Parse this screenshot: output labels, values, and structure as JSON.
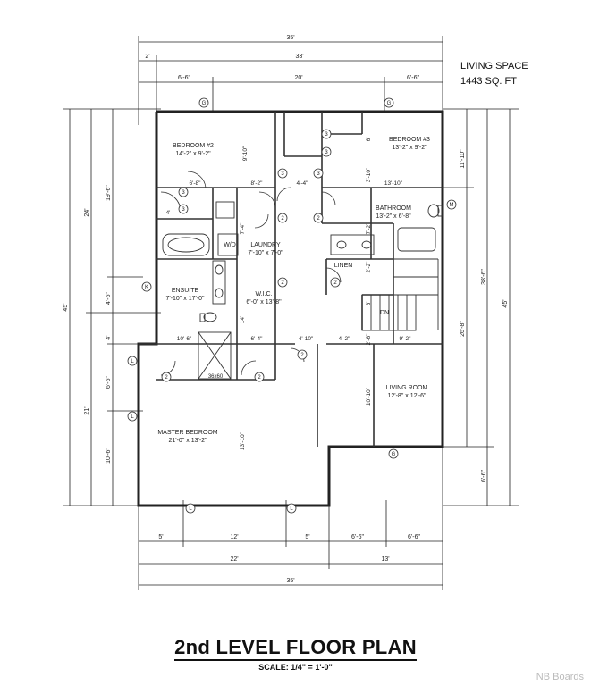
{
  "header": {
    "living_space_label": "LIVING SPACE",
    "living_space_value": "1443 SQ. FT"
  },
  "title": "2nd LEVEL FLOOR PLAN",
  "scale": {
    "label": "SCALE:",
    "value": "1/4\" = 1'-0\""
  },
  "watermark": "NB Boards",
  "rooms": {
    "bedroom2": {
      "name": "BEDROOM #2",
      "size": "14'-2\" x 9'-2\""
    },
    "bedroom3": {
      "name": "BEDROOM #3",
      "size": "13'-2\" x 9'-2\""
    },
    "bathroom": {
      "name": "BATHROOM",
      "size": "13'-2\" x 6'-8\""
    },
    "laundry": {
      "name": "LAUNDRY",
      "size": "7'-10\" x 7'-0\""
    },
    "ensuite": {
      "name": "ENSUITE",
      "size": "7'-10\" x 17'-0\""
    },
    "wic": {
      "name": "W.I.C.",
      "size": "6'-0\" x 13'-8\""
    },
    "living_room": {
      "name": "LIVING ROOM",
      "size": "12'-8\" x 12'-6\""
    },
    "master": {
      "name": "MASTER BEDROOM",
      "size": "21'-0\" x 13'-2\""
    },
    "linen": "LINEN",
    "wd": "W/D",
    "dn": "DN",
    "shower": "36x60"
  },
  "dims_top": {
    "overall": "35'",
    "left_offset": "2'",
    "upper": "33'",
    "seg_a": "6'-6\"",
    "seg_b": "20'",
    "seg_c": "6'-6\""
  },
  "dims_bottom": {
    "seg1": "5'",
    "seg2": "12'",
    "seg3": "5'",
    "seg4": "6'-6\"",
    "seg5": "6'-6\"",
    "mid_a": "22'",
    "mid_b": "13'",
    "overall": "35'"
  },
  "dims_left": {
    "overall": "45'",
    "upper": "24'",
    "lower": "21'",
    "a": "19'-6\"",
    "b": "4'-6\"",
    "c": "4'",
    "d": "6'-6\"",
    "e": "10'-6\""
  },
  "dims_right": {
    "overall": "45'",
    "a": "11'-10\"",
    "b": "38'-6\"",
    "c": "26'-8\"",
    "d": "6'-6\""
  },
  "interior_dims": {
    "d1": "9'-10\"",
    "d2": "6'",
    "d3": "6'-8\"",
    "d4": "8'-2\"",
    "d5": "4'-4\"",
    "d6": "3'-10\"",
    "d7": "13'-10\"",
    "d8": "4'",
    "d9": "7'-4\"",
    "d10": "7'-2\"",
    "d11": "2'-2\"",
    "d12": "6'",
    "d13": "14'",
    "d14": "10'-6\"",
    "d15": "6'-4\"",
    "d16": "4'-10\"",
    "d17": "4'-2\"",
    "d18": "2'-6\"",
    "d19": "9'-2\"",
    "d20": "10'-10\"",
    "d21": "13'-10\""
  },
  "markers": {
    "g": "G",
    "l": "L",
    "k": "K",
    "m": "M",
    "two": "2",
    "three": "3"
  }
}
